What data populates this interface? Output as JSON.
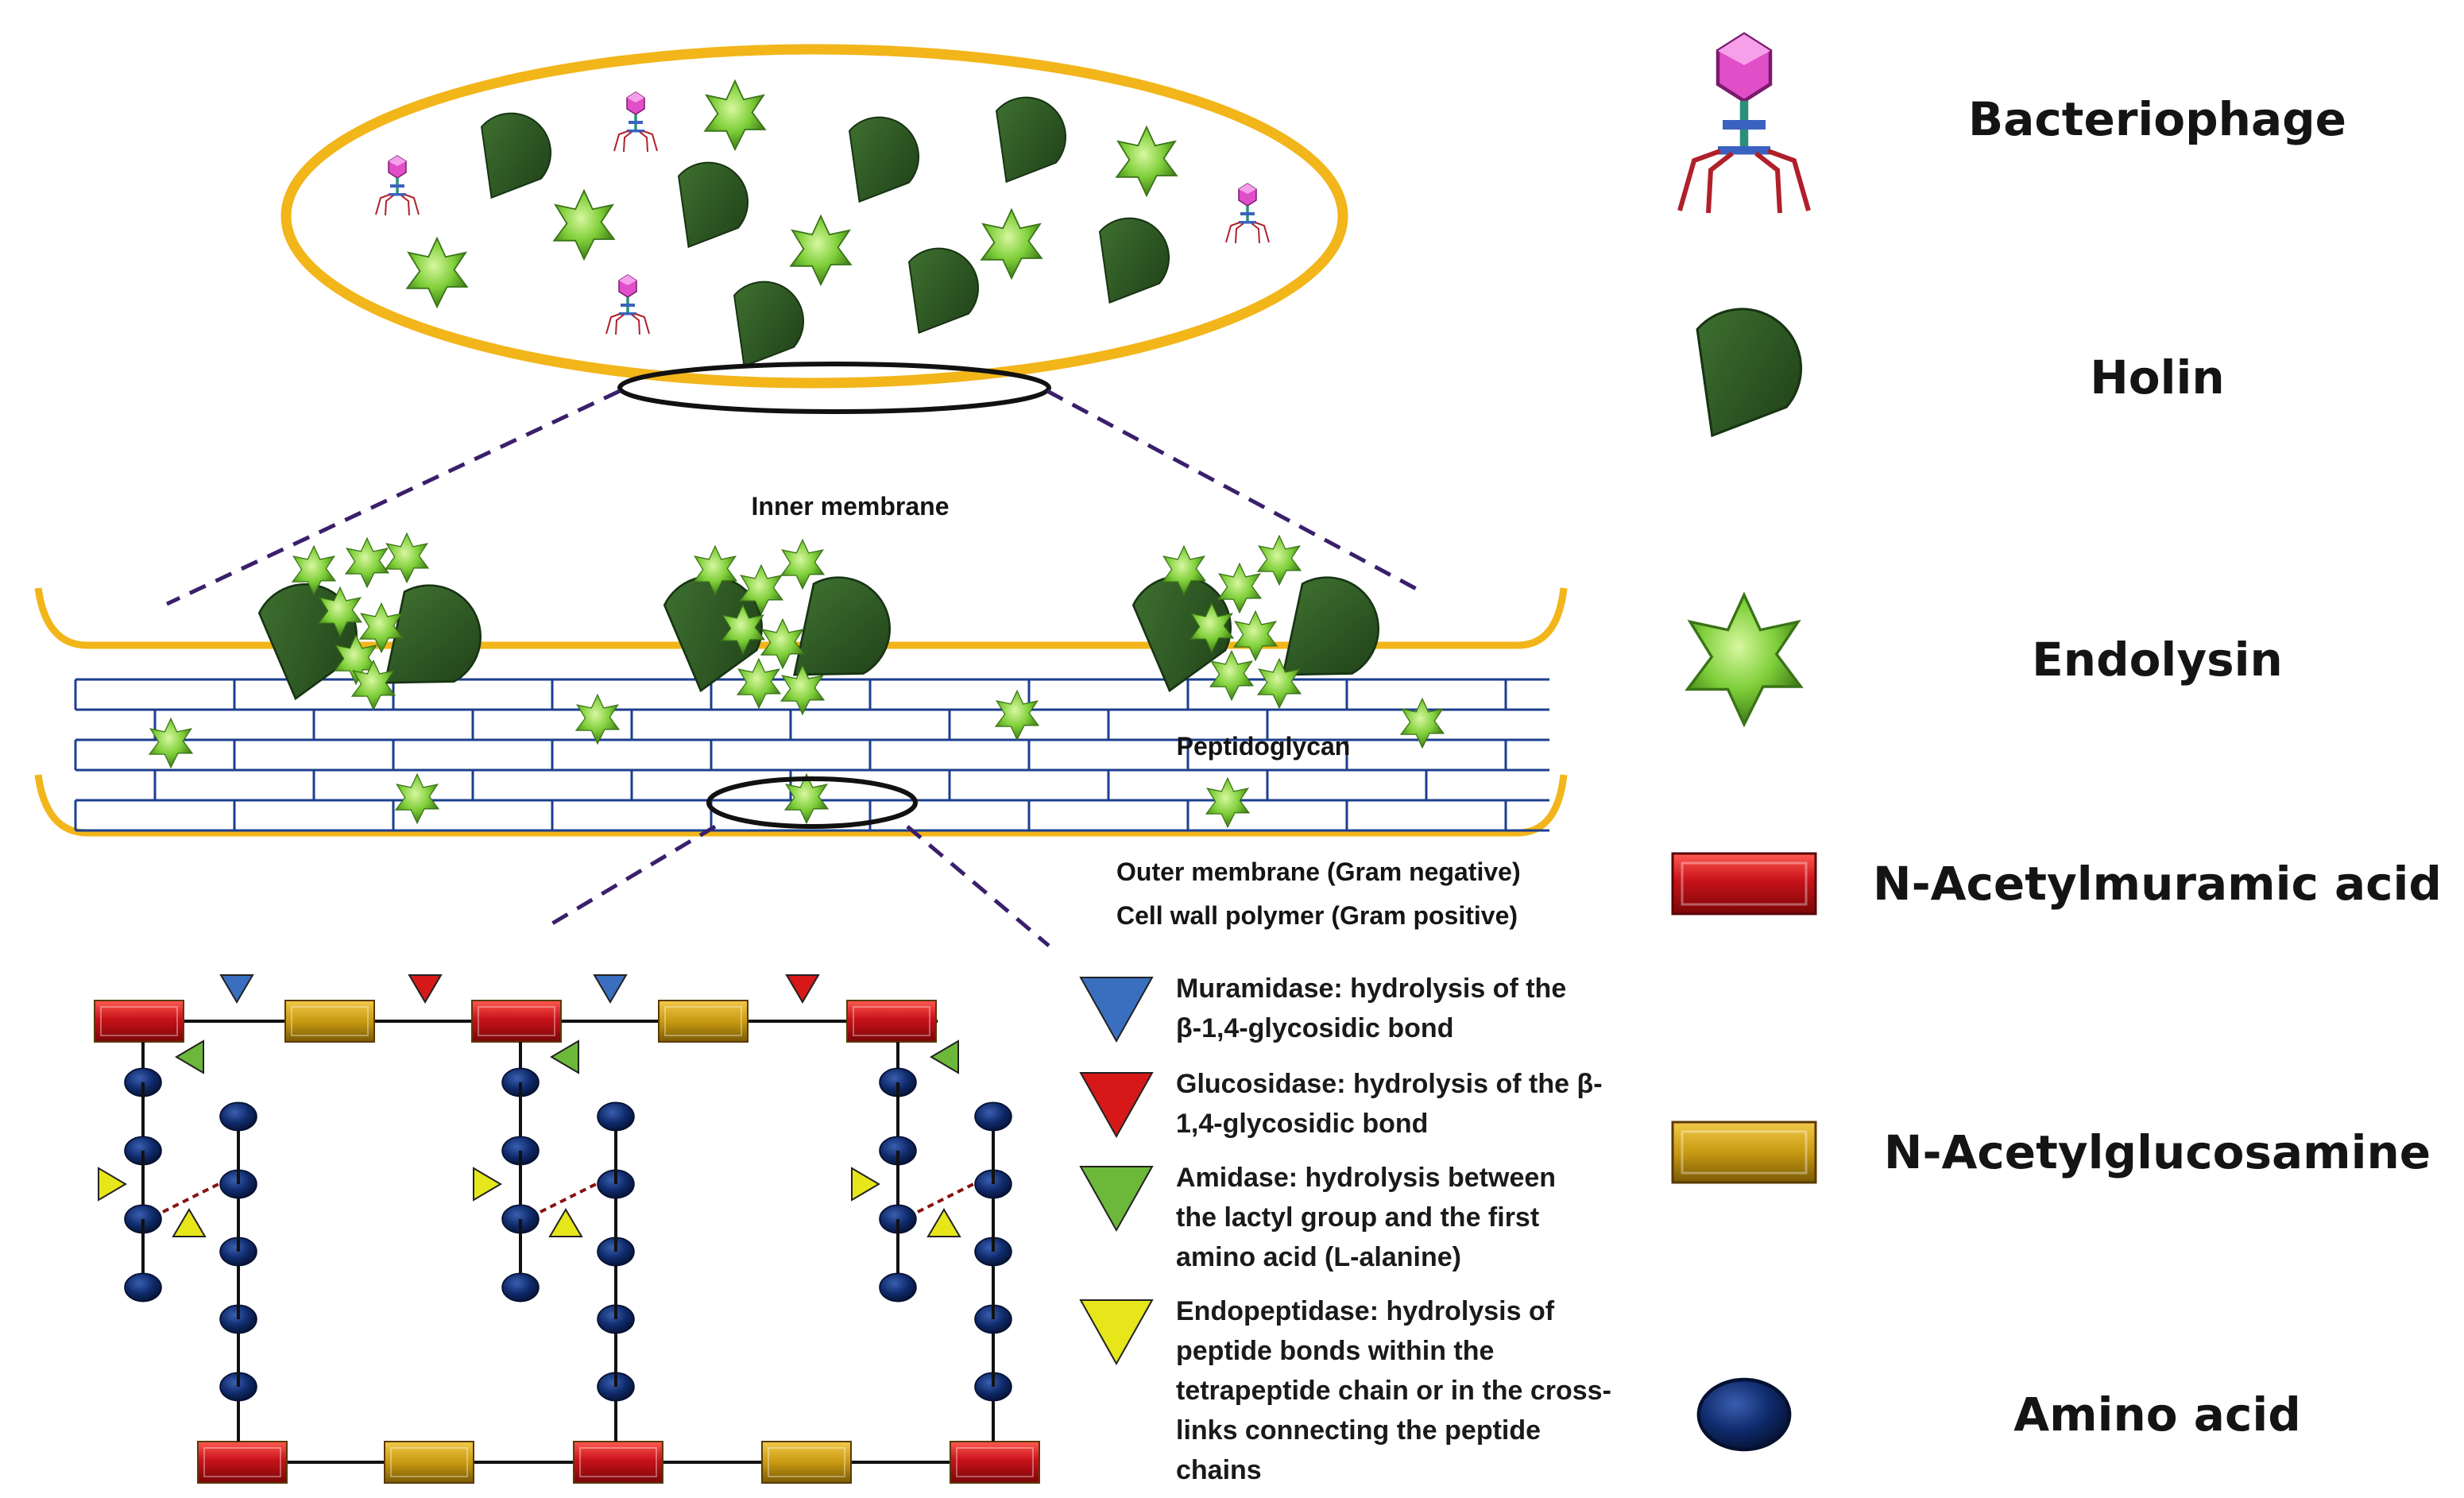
{
  "labels": {
    "inner_membrane": "Inner membrane",
    "peptidoglycan": "Peptidoglycan",
    "outer_membrane": "Outer membrane (Gram negative)",
    "cell_wall_polymer": "Cell wall polymer (Gram positive)"
  },
  "enzymes": [
    {
      "shape": "triangle-down",
      "color": "#3a6fc0",
      "lines": [
        "Muramidase: hydrolysis of the",
        "β-1,4-glycosidic bond"
      ]
    },
    {
      "shape": "triangle-down",
      "color": "#d61818",
      "lines": [
        "Glucosidase: hydrolysis of the β-",
        "1,4-glycosidic bond"
      ]
    },
    {
      "shape": "triangle-down",
      "color": "#6cb83a",
      "lines": [
        "Amidase: hydrolysis between",
        "the lactyl group  and the first",
        "amino acid (L-alanine)"
      ]
    },
    {
      "shape": "triangle-down",
      "color": "#e6e61a",
      "lines": [
        "Endopeptidase: hydrolysis of",
        "peptide bonds within the",
        "tetrapeptide chain or in the cross-",
        "links connecting the peptide",
        "chains"
      ]
    }
  ],
  "legend": [
    {
      "label": "Bacteriophage",
      "icon": "bacteriophage-icon"
    },
    {
      "label": "Holin",
      "icon": "holin-icon",
      "color": "#2f5a24"
    },
    {
      "label": "Endolysin",
      "icon": "endolysin-star-icon",
      "color": "#7fcf3a"
    },
    {
      "label": "N-Acetylmuramic acid",
      "icon": "nam-block-icon",
      "color": "#c8121a"
    },
    {
      "label": "N-Acetylglucosamine",
      "icon": "nag-block-icon",
      "color": "#c99a12"
    },
    {
      "label": "Amino acid",
      "icon": "amino-acid-icon",
      "color": "#0f2a6b"
    }
  ],
  "colors": {
    "membrane": "#f2b51a",
    "brick": "#1c3f8f",
    "dashed": "#3a1f6b",
    "holin": "#2f5a24",
    "endolysin": "#7fcf3a",
    "nam": "#c8121a",
    "nag": "#c99a12",
    "amino": "#0f2a6b"
  }
}
